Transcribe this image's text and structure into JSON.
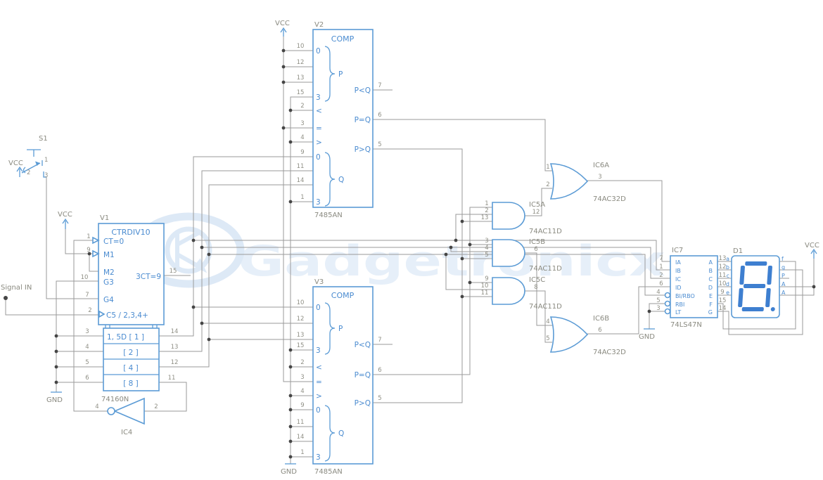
{
  "colors": {
    "symbol_blue": "#5b9bd5",
    "text_blue": "#4a8bd0",
    "label_gray": "#8a8a80",
    "wire_gray": "#9a9a9a",
    "junction": "#454545",
    "watermark_blue": "#c3d8ef"
  },
  "watermark": {
    "text": "Gadgetronicx"
  },
  "signal_in": {
    "label": "Signal IN"
  },
  "s1": {
    "ref": "S1",
    "vcc": "VCC",
    "pin1": "1",
    "pin2": "2",
    "pin3": "3"
  },
  "v1": {
    "ref": "V1",
    "part": "74160N",
    "vcc": "VCC",
    "gnd": "GND",
    "func": "CTRDIV10",
    "ct0": "CT=0",
    "m1": "M1",
    "m2": "M2",
    "ct9": "3CT=9",
    "g3": "G3",
    "g4": "G4",
    "clk": "C5 / 2,3,4+",
    "row1": "1, 5D [ 1 ]",
    "row2": "[ 2 ]",
    "row4": "[ 4 ]",
    "row8": "[ 8 ]",
    "pins": {
      "p1": "1",
      "p9": "9",
      "p10": "10",
      "p7": "7",
      "p2": "2",
      "p3": "3",
      "p4": "4",
      "p5": "5",
      "p6": "6",
      "p15": "15",
      "p14": "14",
      "p13": "13",
      "p12": "12",
      "p11": "11"
    }
  },
  "ic4": {
    "ref": "IC4",
    "pin_out": "4",
    "pin_in": "2"
  },
  "v2": {
    "ref": "V2",
    "part": "7485AN",
    "vcc": "VCC",
    "func": "COMP",
    "p_top": "0",
    "p_bot": "3",
    "q_top": "0",
    "q_bot": "3",
    "p_label": "P",
    "q_label": "Q",
    "cmp_lt": "<",
    "cmp_eq": "=",
    "cmp_gt": ">",
    "out_lt": "P<Q",
    "out_eq": "P=Q",
    "out_gt": "P>Q",
    "left_pins": [
      "10",
      "12",
      "13",
      "15",
      "2",
      "3",
      "4",
      "9",
      "11",
      "14",
      "1"
    ],
    "right_pins": [
      "7",
      "6",
      "5"
    ]
  },
  "v3": {
    "ref": "V3",
    "part": "7485AN",
    "gnd": "GND",
    "func": "COMP",
    "p_top": "0",
    "p_bot": "3",
    "q_top": "0",
    "q_bot": "3",
    "p_label": "P",
    "q_label": "Q",
    "cmp_lt": "<",
    "cmp_eq": "=",
    "cmp_gt": ">",
    "out_lt": "P<Q",
    "out_eq": "P=Q",
    "out_gt": "P>Q",
    "left_pins": [
      "10",
      "12",
      "13",
      "15",
      "2",
      "3",
      "4",
      "9",
      "11",
      "14",
      "1"
    ],
    "right_pins": [
      "7",
      "6",
      "5"
    ]
  },
  "ic5a": {
    "ref": "IC5A",
    "part": "74AC11D",
    "in1": "1",
    "in2": "2",
    "in3": "13",
    "out": "12"
  },
  "ic5b": {
    "ref": "IC5B",
    "part": "74AC11D",
    "in1": "3",
    "in2": "4",
    "in3": "5",
    "out": "6"
  },
  "ic5c": {
    "ref": "IC5C",
    "part": "74AC11D",
    "in1": "9",
    "in2": "10",
    "in3": "11",
    "out": "8"
  },
  "ic6a": {
    "ref": "IC6A",
    "part": "74AC32D",
    "in1": "1",
    "in2": "2",
    "out": "3"
  },
  "ic6b": {
    "ref": "IC6B",
    "part": "74AC32D",
    "in1": "4",
    "in2": "5",
    "out": "6"
  },
  "ic7": {
    "ref": "IC7",
    "part": "74LS47N",
    "gnd": "GND",
    "input_labels": [
      "IA",
      "IB",
      "IC",
      "ID",
      "BI/RBO",
      "RBI",
      "LT"
    ],
    "input_pins": [
      "7",
      "1",
      "2",
      "6",
      "4",
      "5",
      "3"
    ],
    "output_labels": [
      "A",
      "B",
      "C",
      "D",
      "E",
      "F",
      "G"
    ],
    "output_pins": [
      "13",
      "12",
      "11",
      "10",
      "9",
      "15",
      "14"
    ]
  },
  "d1": {
    "ref": "D1",
    "vcc": "VCC",
    "left_pins": [
      "a",
      "b",
      "c",
      "d",
      "e"
    ],
    "right_pins": [
      "f",
      "g",
      "P",
      "A",
      "A"
    ]
  }
}
